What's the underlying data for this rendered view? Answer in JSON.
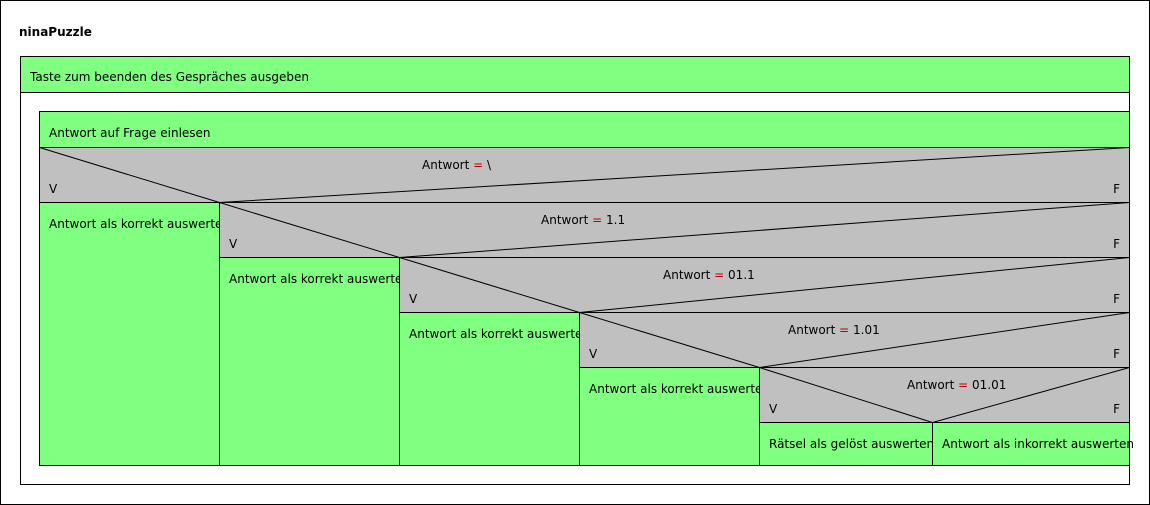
{
  "diagram": {
    "title": "ninaPuzzle",
    "outer_step": "Taste zum beenden des Gespräches ausgeben",
    "inner_step": "Antwort auf Frage einlesen",
    "branch_true_label": "V",
    "branch_false_label": "F",
    "conditions": [
      {
        "var": "Antwort",
        "op": "=",
        "value": "\\",
        "action_true": "Antwort als korrekt auswerten"
      },
      {
        "var": "Antwort",
        "op": "=",
        "value": "1.1",
        "action_true": "Antwort als korrekt auswerten"
      },
      {
        "var": "Antwort",
        "op": "=",
        "value": "01.1",
        "action_true": "Antwort als korrekt auswerten"
      },
      {
        "var": "Antwort",
        "op": "=",
        "value": "1.01",
        "action_true": "Antwort als korrekt auswerten"
      },
      {
        "var": "Antwort",
        "op": "=",
        "value": "01.01",
        "action_true": "Rätsel als gelöst auswerten",
        "action_false": "Antwort als inkorrekt auswerten"
      }
    ]
  },
  "colors": {
    "action": "#80ff80",
    "condition": "#c0c0c0",
    "operator": "#c00000"
  }
}
